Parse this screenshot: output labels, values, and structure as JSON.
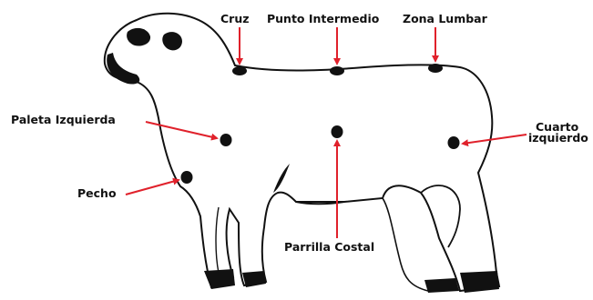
{
  "labels": {
    "cruz": "Cruz",
    "punto_intermedio": "Punto Intermedio",
    "zona_lumbar": "Zona Lumbar",
    "paleta_izquierda": "Paleta Izquierda",
    "cuarto_izquierdo_line1": "Cuarto",
    "cuarto_izquierdo_line2": "izquierdo",
    "pecho": "Pecho",
    "parrilla_costal": "Parrilla Costal"
  },
  "colors": {
    "arrow": "#e0212b",
    "outline": "#111111",
    "marker": "#111111",
    "background": "#ffffff"
  }
}
